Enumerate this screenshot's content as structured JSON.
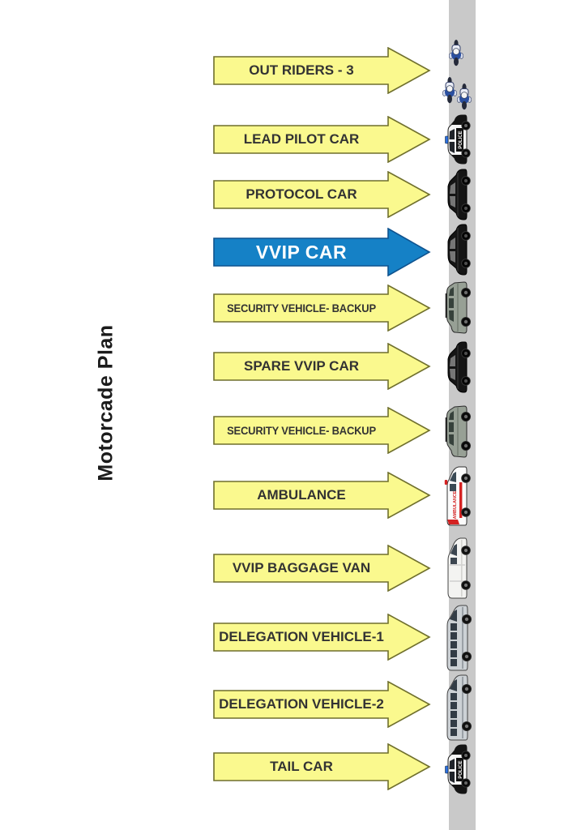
{
  "title": "Motorcade Plan",
  "colors": {
    "arrow_yellow_fill": "#FAF98E",
    "arrow_yellow_border": "#6F6F2D",
    "arrow_blue_fill": "#1581C6",
    "arrow_blue_border": "#0F538F",
    "road_gray": "#C9C9C9",
    "label_dark": "#333333",
    "label_light": "#FFFFFF"
  },
  "rows": [
    {
      "label": "OUT RIDERS - 3",
      "arrow": "yellow",
      "small": false,
      "vehicle": "police-motorcycles-icon"
    },
    {
      "label": "LEAD PILOT CAR",
      "arrow": "yellow",
      "small": false,
      "vehicle": "police-car-icon"
    },
    {
      "label": "PROTOCOL CAR",
      "arrow": "yellow",
      "small": false,
      "vehicle": "black-sedan-icon"
    },
    {
      "label": "VVIP CAR",
      "arrow": "blue",
      "small": false,
      "vehicle": "black-sedan-icon"
    },
    {
      "label": "SECURITY VEHICLE- BACKUP",
      "arrow": "yellow",
      "small": true,
      "vehicle": "suv-icon"
    },
    {
      "label": "SPARE VVIP CAR",
      "arrow": "yellow",
      "small": false,
      "vehicle": "black-sedan-icon"
    },
    {
      "label": "SECURITY VEHICLE- BACKUP",
      "arrow": "yellow",
      "small": true,
      "vehicle": "suv-icon"
    },
    {
      "label": "AMBULANCE",
      "arrow": "yellow",
      "small": false,
      "vehicle": "ambulance-icon"
    },
    {
      "label": "VVIP BAGGAGE VAN",
      "arrow": "yellow",
      "small": false,
      "vehicle": "white-van-icon"
    },
    {
      "label": "DELEGATION VEHICLE-1",
      "arrow": "yellow",
      "small": false,
      "vehicle": "minibus-icon"
    },
    {
      "label": "DELEGATION VEHICLE-2",
      "arrow": "yellow",
      "small": false,
      "vehicle": "minibus-icon"
    },
    {
      "label": "TAIL CAR",
      "arrow": "yellow",
      "small": false,
      "vehicle": "police-car-icon"
    }
  ]
}
